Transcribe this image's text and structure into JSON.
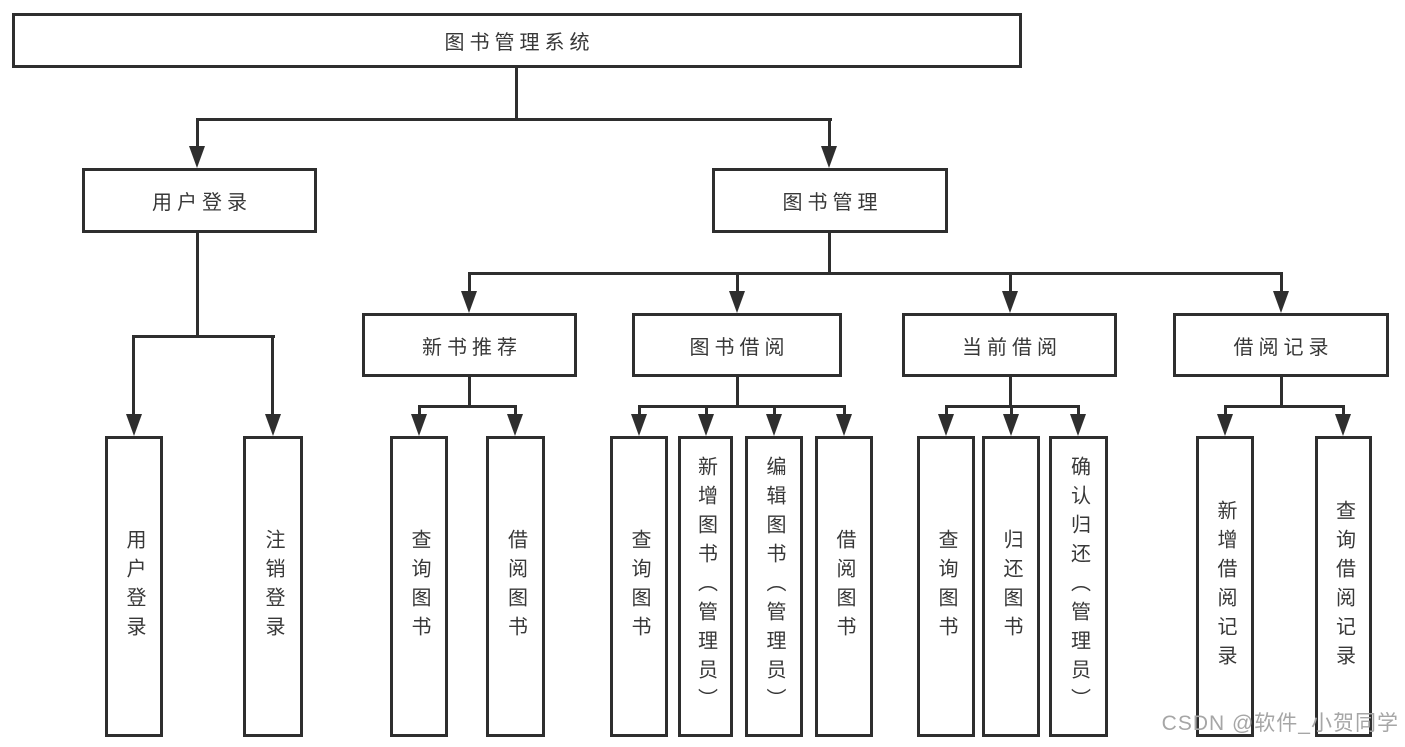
{
  "diagram": {
    "root": {
      "label": "图书管理系统"
    },
    "level2": {
      "user_login": {
        "label": "用户登录"
      },
      "book_management": {
        "label": "图书管理"
      }
    },
    "level3": {
      "new_book_recommend": {
        "label": "新书推荐"
      },
      "book_borrow": {
        "label": "图书借阅"
      },
      "current_borrow": {
        "label": "当前借阅"
      },
      "borrow_record": {
        "label": "借阅记录"
      }
    },
    "leaves": {
      "user_login": [
        "用户登录",
        "注销登录"
      ],
      "new_book_recommend": [
        "查询图书",
        "借阅图书"
      ],
      "book_borrow": [
        "查询图书",
        "新增图书（管理员）",
        "编辑图书（管理员）",
        "借阅图书"
      ],
      "current_borrow": [
        "查询图书",
        "归还图书",
        "确认归还（管理员）"
      ],
      "borrow_record": [
        "新增借阅记录",
        "查询借阅记录"
      ]
    },
    "watermark": "CSDN @软件_小贺同学",
    "colors": {
      "line": "#2e2e2e",
      "text": "#383838",
      "background": "#ffffff",
      "watermark": "#a6a6a6"
    }
  }
}
